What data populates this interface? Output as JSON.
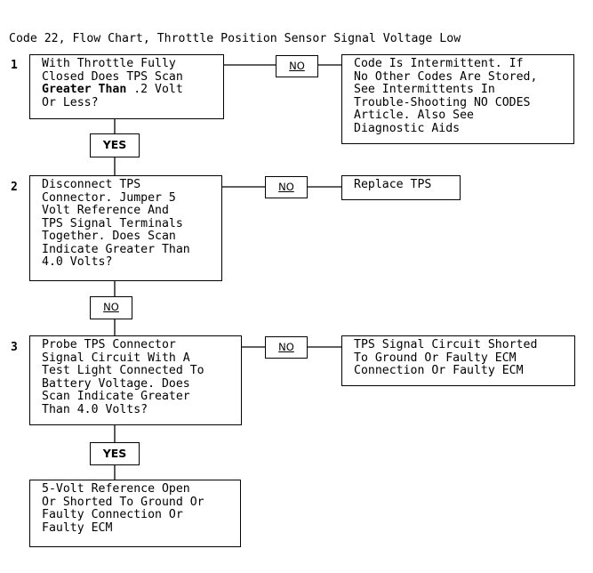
{
  "title": "Code 22, Flow Chart, Throttle Position Sensor Signal Voltage Low",
  "steps": [
    {
      "number": "1",
      "question_pre": "With Throttle Fully\nClosed Does TPS Scan\n",
      "question_bold": "Greater Than",
      "question_post": " .2 Volt\nOr Less?",
      "no_label": "NO",
      "no_result": "Code Is Intermittent. If\nNo Other Codes Are Stored,\nSee Intermittents In\nTrouble-Shooting NO CODES\nArticle. Also See\nDiagnostic Aids",
      "down_label": "YES"
    },
    {
      "number": "2",
      "question": "Disconnect TPS\nConnector. Jumper 5\nVolt Reference And\nTPS Signal Terminals\nTogether. Does Scan\nIndicate Greater Than\n4.0 Volts?",
      "no_label": "NO",
      "no_result": "Replace TPS",
      "down_label": "NO"
    },
    {
      "number": "3",
      "question": "Probe TPS Connector\nSignal Circuit With A\nTest Light Connected To\nBattery Voltage. Does\nScan Indicate Greater\nThan 4.0 Volts?",
      "no_label": "NO",
      "no_result": "TPS Signal Circuit Shorted\nTo Ground Or Faulty ECM\nConnection Or Faulty ECM",
      "down_label": "YES"
    }
  ],
  "final_result": "5-Volt Reference Open\nOr Shorted To Ground Or\nFaulty Connection Or\nFaulty ECM"
}
